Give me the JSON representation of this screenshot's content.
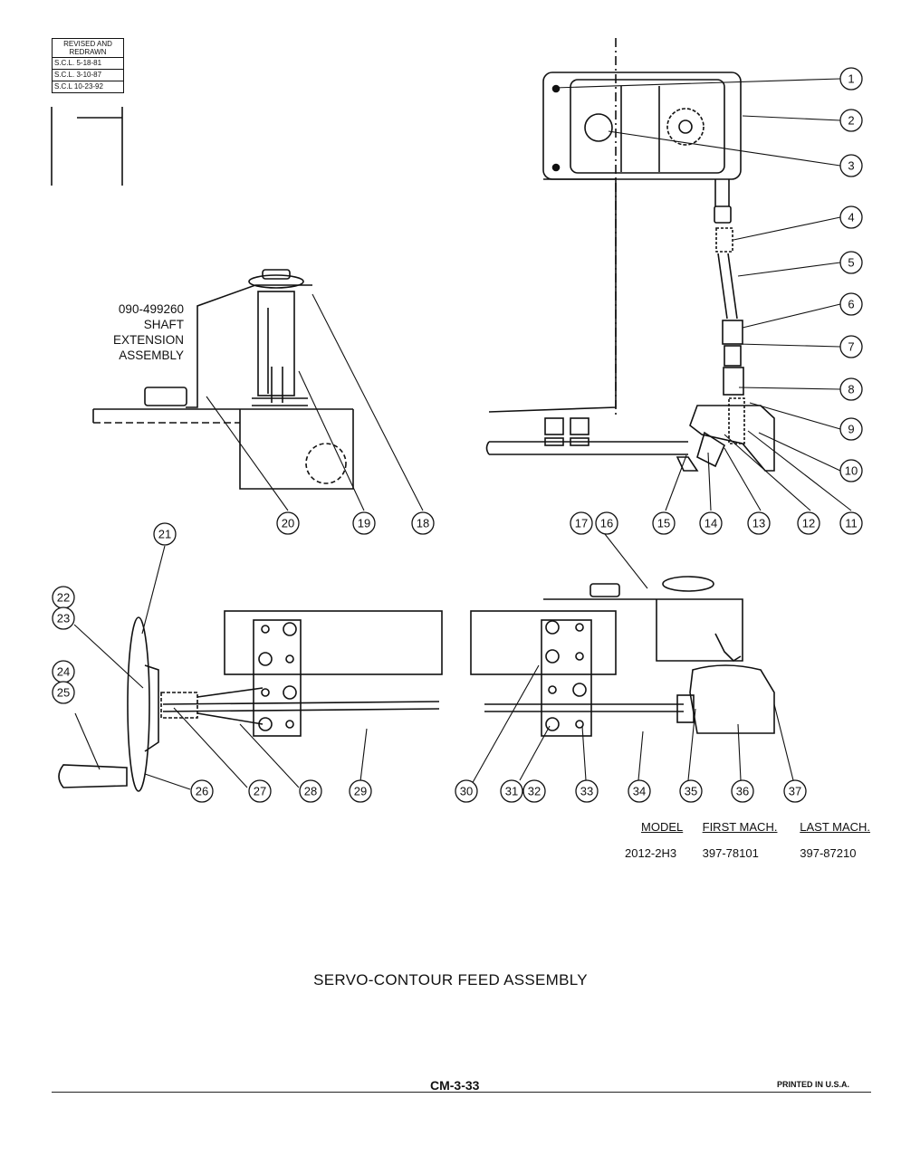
{
  "revision_block": {
    "header": "REVISED AND REDRAWN",
    "rows": [
      "S.C.L. 5-18-81",
      "S.C.L. 3-10-87",
      "S.C.L 10-23-92"
    ]
  },
  "shaft_extension_label": [
    "090-499260",
    "SHAFT",
    "EXTENSION",
    "ASSEMBLY"
  ],
  "callouts": [
    "1",
    "2",
    "3",
    "4",
    "5",
    "6",
    "7",
    "8",
    "9",
    "10",
    "11",
    "12",
    "13",
    "14",
    "15",
    "16",
    "17",
    "18",
    "19",
    "20",
    "21",
    "22",
    "23",
    "24",
    "25",
    "26",
    "27",
    "28",
    "29",
    "30",
    "31",
    "32",
    "33",
    "34",
    "35",
    "36",
    "37"
  ],
  "model_table": {
    "headers": [
      "MODEL",
      "FIRST MACH.",
      "LAST MACH."
    ],
    "values": [
      "2012-2H3",
      "397-78101",
      "397-87210"
    ]
  },
  "title": "SERVO-CONTOUR FEED ASSEMBLY",
  "page_number": "CM-3-33",
  "printed": "PRINTED IN U.S.A."
}
